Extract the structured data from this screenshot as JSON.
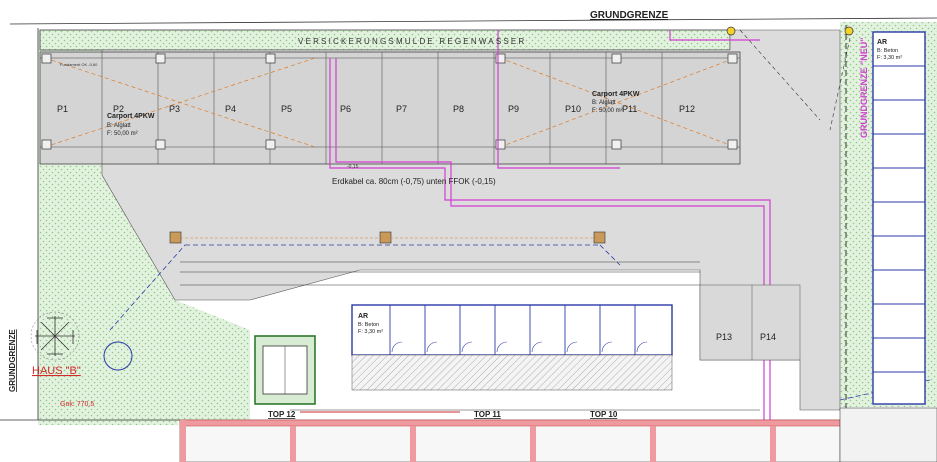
{
  "colors": {
    "grass": "#d7ecd2",
    "grass_dot": "#7fbf7a",
    "paving": "#d9d9d9",
    "line": "#3a3a3a",
    "blue": "#2b3aa8",
    "magenta": "#d23ed2",
    "orange": "#e07a22",
    "red": "#d22b2b",
    "wall": "#ef9aa0"
  },
  "labels": {
    "grundgrenze_top": "GRUNDGRENZE",
    "grundgrenze_left": "GRUNDGRENZE",
    "grundgrenze_neu": "GRUNDGRENZE \"NEU\"",
    "mulde": "VERSICKERUNGSMULDE REGENWASSER",
    "carport_left_title": "Carport 4PKW",
    "carport_left_mat": "B: Alglatt",
    "carport_left_area": "F: 50,00 m²",
    "carport_right_title": "Carport 4PKW",
    "carport_right_mat": "B: Alglatt",
    "carport_right_area": "F: 50,00 m²",
    "erdkabel": "Erdkabel ca. 80cm (-0,75) unten FFOK (-0,15)",
    "haus_b": "HAUS \"B\"",
    "gok": "Gok: 770,5",
    "top12": "TOP 12",
    "top11": "TOP 11",
    "top10": "TOP 10",
    "p13": "P13",
    "p14": "P14",
    "ar_left_title": "AR",
    "ar_left_mat": "B: Beton",
    "ar_left_area": "F: 3,30 m²",
    "ar_right_title": "AR",
    "ar_right_mat": "B: Beton",
    "ar_right_area": "F: 3,30 m²",
    "fundament": "Fundament OK -0,60",
    "level_neg015": "-0,15"
  },
  "parking_spaces": [
    {
      "label": "P1"
    },
    {
      "label": "P2"
    },
    {
      "label": "P3"
    },
    {
      "label": "P4"
    },
    {
      "label": "P5"
    },
    {
      "label": "P6"
    },
    {
      "label": "P7"
    },
    {
      "label": "P8"
    },
    {
      "label": "P9"
    },
    {
      "label": "P10"
    },
    {
      "label": "P11"
    },
    {
      "label": "P12"
    }
  ],
  "icons": {
    "tree": "tree-symbol-icon",
    "north": "survey-point-icon"
  }
}
